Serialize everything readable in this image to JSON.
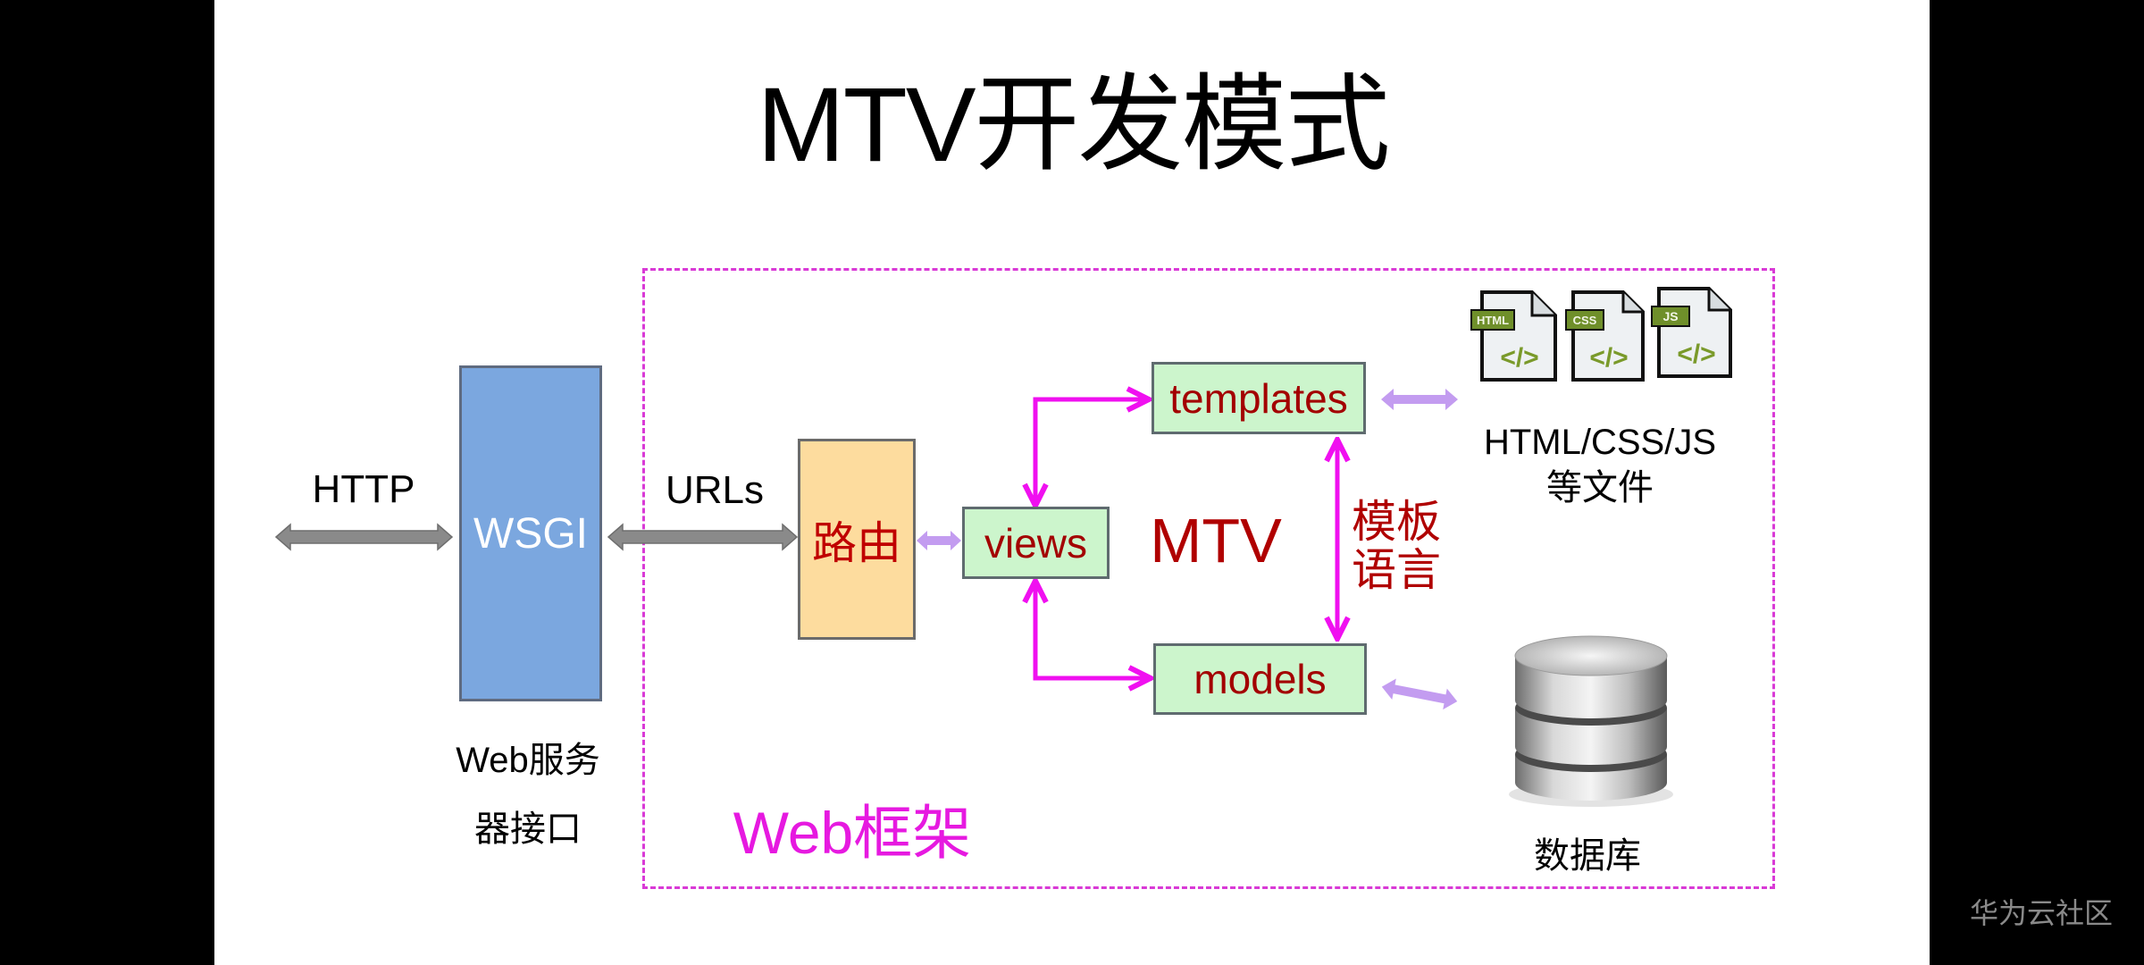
{
  "slide": {
    "title": "MTV开发模式",
    "web_server": {
      "http_label": "HTTP",
      "wsgi_label": "WSGI",
      "caption_line1": "Web服务",
      "caption_line2": "器接口"
    },
    "framework": {
      "label": "Web框架",
      "urls_label": "URLs",
      "router_label": "路由",
      "views_label": "views",
      "templates_label": "templates",
      "models_label": "models",
      "mtv_label": "MTV",
      "template_language_line1": "模板",
      "template_language_line2": "语言",
      "files_label_line1": "HTML/CSS/JS",
      "files_label_line2": "等文件",
      "file_icons": [
        {
          "tag": "HTML",
          "glyph": "</>"
        },
        {
          "tag": "CSS",
          "glyph": "</>"
        },
        {
          "tag": "JS",
          "glyph": "</>"
        }
      ],
      "database_label": "数据库"
    },
    "colors": {
      "frame_dashed": "#d93ad6",
      "connector_magenta": "#f010f0",
      "link_lavender": "#c39cf0",
      "gray_arrow": "#8a8a8a",
      "wsgi_fill": "#7ba7df",
      "router_fill": "#fddc9e",
      "component_fill": "#ccf5cc",
      "dark_red_text": "#a30000"
    }
  },
  "watermark": "华为云社区"
}
